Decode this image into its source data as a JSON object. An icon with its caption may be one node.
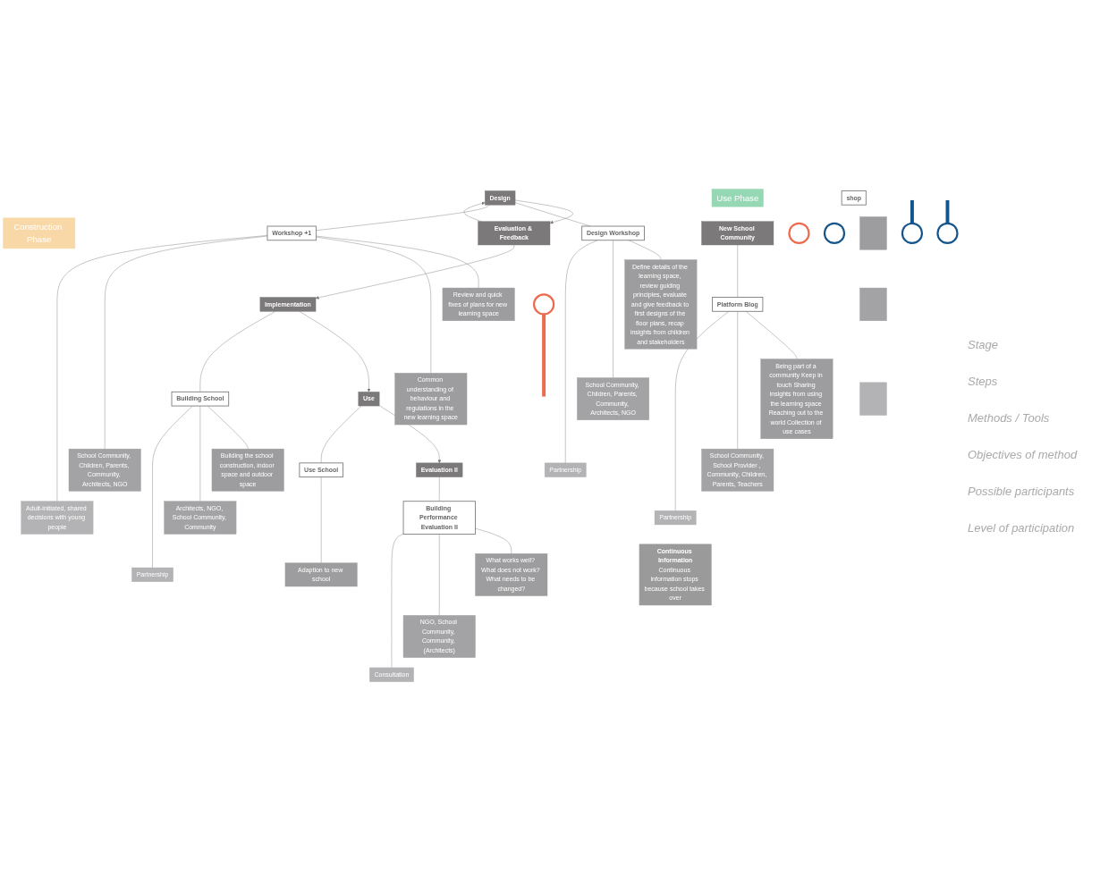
{
  "diagram": {
    "nodes": [
      {
        "text": [
          "Construction Phase"
        ]
      },
      {
        "text": [
          "Use Phase"
        ]
      },
      {
        "text": [
          "Design"
        ]
      },
      {
        "text": [
          "Evaluation & Feedback"
        ]
      },
      {
        "text": [
          "Implementation"
        ]
      },
      {
        "text": [
          "Use"
        ]
      },
      {
        "text": [
          "Evaluation II"
        ]
      },
      {
        "text": [
          "New School Community"
        ]
      },
      {
        "text": [
          "shop"
        ]
      },
      {
        "text": [],
        "shape": "box"
      },
      {
        "text": [],
        "shape": "box"
      },
      {
        "text": [],
        "shape": "box"
      },
      {
        "text": [
          "Design Workshop"
        ]
      },
      {
        "text": [
          "Define details of the learning space, review guiding principles, evaluate and give feedback to first designs of the floor plans, recap insights from children and stakeholders"
        ]
      },
      {
        "text": [
          "School Community, Children, Parents, Community, Architects, NGO"
        ]
      },
      {
        "text": [
          "Partnership"
        ]
      },
      {
        "text": [
          "Workshop +1"
        ]
      },
      {
        "text": [
          "Review and quick fixes of plans for new learning space"
        ]
      },
      {
        "text": [
          "Common understanding of behaviour and regulations in the new learning space"
        ]
      },
      {
        "text": [
          "School Community, Children, Parents, Community, Architects, NGO"
        ]
      },
      {
        "text": [
          "Adult-initiated, shared decisions with young people"
        ]
      },
      {
        "text": [
          "Building School"
        ]
      },
      {
        "text": [
          "Building the school construction, indoor space and outdoor space"
        ]
      },
      {
        "text": [
          "Architects, NGO, School Community, Community"
        ]
      },
      {
        "text": [
          "Partnership"
        ]
      },
      {
        "text": [
          "Use School"
        ]
      },
      {
        "text": [
          "Adaption to new school"
        ]
      },
      {
        "text": [
          "Building Performance Evaluation II"
        ]
      },
      {
        "text": [
          "What works well? What does not work? What needs to be changed?"
        ]
      },
      {
        "text": [
          "NGO, School Community, Community, (Architects)"
        ]
      },
      {
        "text": [
          "Consultation"
        ]
      },
      {
        "text": [
          "Platform Blog"
        ]
      },
      {
        "text": [
          "Being part of a community Keep in touch Sharing insights from using the learning space Reaching out to the world Collection of use cases"
        ]
      },
      {
        "text": [
          "School Community, School Provider , Community, Children, Parents, Teachers"
        ]
      },
      {
        "text": [
          "Partnership"
        ]
      },
      {
        "text": [
          "Continuous Information",
          "Continuous information stops because school takes over"
        ]
      },
      {
        "text": [],
        "shape": "circle"
      },
      {
        "text": [],
        "shape": "circle"
      },
      {
        "text": [],
        "shape": "circle"
      },
      {
        "text": [],
        "shape": "circle"
      },
      {
        "text": [],
        "shape": "circle"
      }
    ],
    "edges": [
      {
        "from": 2,
        "to": 3,
        "arrow": "to"
      },
      {
        "from": 3,
        "to": 2,
        "arrow": "to"
      },
      {
        "from": 3,
        "to": 4,
        "arrow": "to"
      },
      {
        "from": 4,
        "to": 5,
        "arrow": "to"
      },
      {
        "from": 5,
        "to": 6,
        "arrow": "to"
      },
      {
        "from": 2,
        "to": 12,
        "arrow": "none"
      },
      {
        "from": 2,
        "to": 16,
        "arrow": "none"
      },
      {
        "from": 4,
        "to": 21,
        "arrow": "none"
      },
      {
        "from": 5,
        "to": 25,
        "arrow": "none"
      },
      {
        "from": 6,
        "to": 27,
        "arrow": "none"
      },
      {
        "from": 7,
        "to": 31,
        "arrow": "none"
      },
      {
        "from": 12,
        "to": 13,
        "arrow": "none"
      },
      {
        "from": 12,
        "to": 14,
        "arrow": "none"
      },
      {
        "from": 12,
        "to": 15,
        "arrow": "none"
      },
      {
        "from": 16,
        "to": 17,
        "arrow": "none"
      },
      {
        "from": 16,
        "to": 18,
        "arrow": "none"
      },
      {
        "from": 16,
        "to": 19,
        "arrow": "none"
      },
      {
        "from": 16,
        "to": 20,
        "arrow": "none"
      },
      {
        "from": 21,
        "to": 22,
        "arrow": "none"
      },
      {
        "from": 21,
        "to": 23,
        "arrow": "none"
      },
      {
        "from": 21,
        "to": 24,
        "arrow": "none"
      },
      {
        "from": 25,
        "to": 26,
        "arrow": "none"
      },
      {
        "from": 27,
        "to": 28,
        "arrow": "none"
      },
      {
        "from": 27,
        "to": 29,
        "arrow": "none"
      },
      {
        "from": 27,
        "to": 30,
        "arrow": "none"
      },
      {
        "from": 31,
        "to": 32,
        "arrow": "none"
      },
      {
        "from": 31,
        "to": 33,
        "arrow": "none"
      },
      {
        "from": 31,
        "to": 34,
        "arrow": "none"
      },
      {
        "from": null,
        "to": 39,
        "arrow": "none",
        "style": "thick",
        "color": "#15558c"
      },
      {
        "from": null,
        "to": 40,
        "arrow": "none",
        "style": "thick",
        "color": "#15558c"
      },
      {
        "from": 38,
        "to": null,
        "arrow": "none",
        "style": "thick",
        "color": "#ee6a4e"
      }
    ],
    "labels": [
      "Stage",
      "Steps",
      "Methods / Tools",
      "Objectives of method",
      "Possible participants",
      "Level of participation"
    ]
  }
}
